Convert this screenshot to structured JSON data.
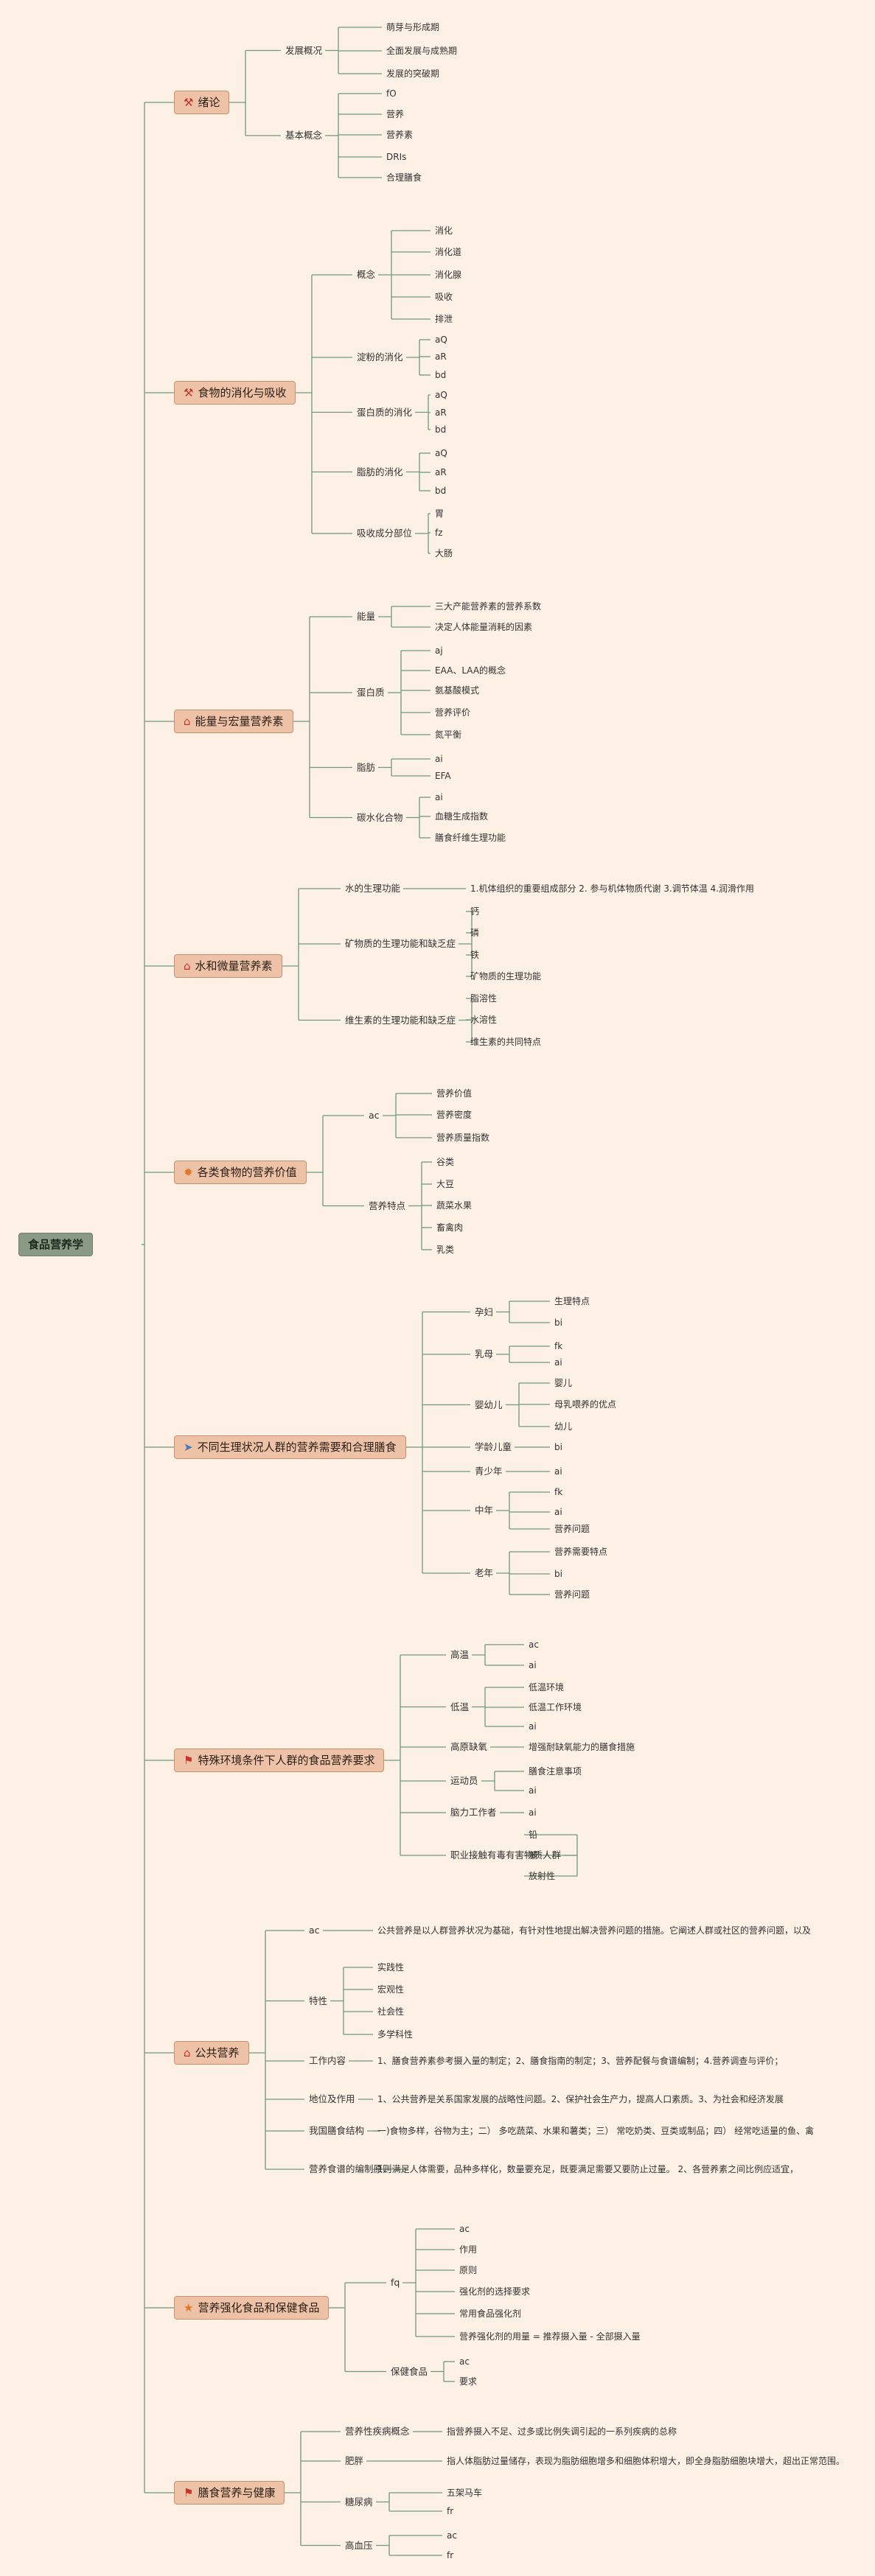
{
  "title": "食品营养学",
  "colors": {
    "background": "#fdf1e6",
    "line": "#6f9a7a",
    "topic_fill": "#edc2a7",
    "root_fill": "#8a9a85"
  },
  "root": {
    "label": "食品营养学",
    "children": [
      {
        "label": "绪论",
        "icon": "tools-icon",
        "children": [
          {
            "label": "发展概况",
            "children": [
              {
                "label": "萌芽与形成期"
              },
              {
                "label": "全面发展与成熟期"
              },
              {
                "label": "发展的突破期"
              }
            ]
          },
          {
            "label": "基本概念",
            "children": [
              {
                "label": "fO"
              },
              {
                "label": "营养"
              },
              {
                "label": "营养素"
              },
              {
                "label": "DRIs"
              },
              {
                "label": "合理膳食"
              }
            ]
          }
        ]
      },
      {
        "label": "食物的消化与吸收",
        "icon": "tools-icon",
        "children": [
          {
            "label": "概念",
            "children": [
              {
                "label": "消化"
              },
              {
                "label": "消化道"
              },
              {
                "label": "消化腺"
              },
              {
                "label": "吸收"
              },
              {
                "label": "排泄"
              }
            ]
          },
          {
            "label": "淀粉的消化",
            "children": [
              {
                "label": "aQ"
              },
              {
                "label": "aR"
              },
              {
                "label": "bd"
              }
            ]
          },
          {
            "label": "蛋白质的消化",
            "children": [
              {
                "label": "aQ"
              },
              {
                "label": "aR"
              },
              {
                "label": "bd"
              }
            ]
          },
          {
            "label": "脂肪的消化",
            "children": [
              {
                "label": "aQ"
              },
              {
                "label": "aR"
              },
              {
                "label": "bd"
              }
            ]
          },
          {
            "label": "吸收成分部位",
            "children": [
              {
                "label": "胃"
              },
              {
                "label": "fz"
              },
              {
                "label": "大肠"
              }
            ]
          }
        ]
      },
      {
        "label": "能量与宏量营养素",
        "icon": "home-icon",
        "children": [
          {
            "label": "能量",
            "children": [
              {
                "label": "三大产能营养素的营养系数"
              },
              {
                "label": "决定人体能量消耗的因素"
              }
            ]
          },
          {
            "label": "蛋白质",
            "children": [
              {
                "label": "aj"
              },
              {
                "label": "EAA、LAA的概念"
              },
              {
                "label": "氨基酸模式"
              },
              {
                "label": "营养评价"
              },
              {
                "label": "氮平衡"
              }
            ]
          },
          {
            "label": "脂肪",
            "children": [
              {
                "label": "ai"
              },
              {
                "label": "EFA"
              }
            ]
          },
          {
            "label": "碳水化合物",
            "children": [
              {
                "label": "ai"
              },
              {
                "label": "血糖生成指数"
              },
              {
                "label": "膳食纤维生理功能"
              }
            ]
          }
        ]
      },
      {
        "label": "水和微量营养素",
        "icon": "home-icon",
        "children": [
          {
            "label": "水的生理功能",
            "children": [
              {
                "label": "1.机体组织的重要组成部分 2. 参与机体物质代谢 3.调节体温 4.润滑作用"
              }
            ]
          },
          {
            "label": "矿物质的生理功能和缺乏症",
            "children": [
              {
                "label": "钙"
              },
              {
                "label": "磷"
              },
              {
                "label": "铁"
              },
              {
                "label": "矿物质的生理功能"
              }
            ]
          },
          {
            "label": "维生素的生理功能和缺乏症",
            "children": [
              {
                "label": "脂溶性"
              },
              {
                "label": "水溶性"
              },
              {
                "label": "维生素的共同特点"
              }
            ]
          }
        ]
      },
      {
        "label": "各类食物的营养价值",
        "icon": "flame-icon",
        "children": [
          {
            "label": "ac",
            "children": [
              {
                "label": "营养价值"
              },
              {
                "label": "营养密度"
              },
              {
                "label": "营养质量指数"
              }
            ]
          },
          {
            "label": "营养特点",
            "children": [
              {
                "label": "谷类"
              },
              {
                "label": "大豆"
              },
              {
                "label": "蔬菜水果"
              },
              {
                "label": "畜禽肉"
              },
              {
                "label": "乳类"
              }
            ]
          }
        ]
      },
      {
        "label": "不同生理状况人群的营养需要和合理膳食",
        "icon": "paper-plane-icon",
        "children": [
          {
            "label": "孕妇",
            "children": [
              {
                "label": "生理特点"
              },
              {
                "label": "bi"
              }
            ]
          },
          {
            "label": "乳母",
            "children": [
              {
                "label": "fk"
              },
              {
                "label": "ai"
              }
            ]
          },
          {
            "label": "婴幼儿",
            "children": [
              {
                "label": "婴儿"
              },
              {
                "label": "母乳喂养的优点"
              },
              {
                "label": "幼儿"
              }
            ]
          },
          {
            "label": "学龄儿童",
            "children": [
              {
                "label": "bi"
              }
            ]
          },
          {
            "label": "青少年",
            "children": [
              {
                "label": "ai"
              }
            ]
          },
          {
            "label": "中年",
            "children": [
              {
                "label": "fk"
              },
              {
                "label": "ai"
              },
              {
                "label": "营养问题"
              }
            ]
          },
          {
            "label": "老年",
            "children": [
              {
                "label": "营养需要特点"
              },
              {
                "label": "bi"
              },
              {
                "label": "营养问题"
              }
            ]
          }
        ]
      },
      {
        "label": "特殊环境条件下人群的食品营养要求",
        "icon": "flag-icon",
        "children": [
          {
            "label": "高温",
            "children": [
              {
                "label": "ac"
              },
              {
                "label": "ai"
              }
            ]
          },
          {
            "label": "低温",
            "children": [
              {
                "label": "低温环境"
              },
              {
                "label": "低温工作环境"
              },
              {
                "label": "ai"
              }
            ]
          },
          {
            "label": "高原缺氧",
            "children": [
              {
                "label": "增强耐缺氧能力的膳食措施"
              }
            ]
          },
          {
            "label": "运动员",
            "children": [
              {
                "label": "膳食注意事项"
              },
              {
                "label": "ai"
              }
            ]
          },
          {
            "label": "脑力工作者",
            "children": [
              {
                "label": "ai"
              }
            ]
          },
          {
            "label": "职业接触有毒有害物质人群",
            "children": [
              {
                "label": "铅"
              },
              {
                "label": "苯"
              },
              {
                "label": "放射性"
              }
            ]
          }
        ]
      },
      {
        "label": "公共营养",
        "icon": "home-icon",
        "children": [
          {
            "label": "ac",
            "children": [
              {
                "label": "公共营养是以人群营养状况为基础，有针对性地提出解决营养问题的措施。它阐述人群或社区的营养问题，以及"
              }
            ]
          },
          {
            "label": "特性",
            "children": [
              {
                "label": "实践性"
              },
              {
                "label": "宏观性"
              },
              {
                "label": "社会性"
              },
              {
                "label": "多学科性"
              }
            ]
          },
          {
            "label": "工作内容",
            "children": [
              {
                "label": "1、膳食营养素参考摄入量的制定；2、膳食指南的制定；3、营养配餐与食谱编制；4.营养调查与评价；"
              }
            ]
          },
          {
            "label": "地位及作用",
            "children": [
              {
                "label": "1、公共营养是关系国家发展的战略性问题。2、保护社会生产力，提高人口素质。3、为社会和经济发展"
              }
            ]
          },
          {
            "label": "我国膳食结构",
            "children": [
              {
                "label": "一)食物多样，谷物为主；二） 多吃蔬菜、水果和薯类；三） 常吃奶类、豆类或制品；四） 经常吃适量的鱼、禽"
              }
            ]
          },
          {
            "label": "营养食谱的编制原则",
            "children": [
              {
                "label": "1、满足人体需要，品种多样化，数量要充足，既要满足需要又要防止过量。 2、各营养素之间比例应适宜，"
              }
            ]
          }
        ]
      },
      {
        "label": "营养强化食品和保健食品",
        "icon": "star-icon",
        "children": [
          {
            "label": "fq",
            "children": [
              {
                "label": "ac"
              },
              {
                "label": "作用"
              },
              {
                "label": "原则"
              },
              {
                "label": "强化剂的选择要求"
              },
              {
                "label": "常用食品强化剂"
              },
              {
                "label": "营养强化剂的用量 = 推荐摄入量 - 全部摄入量"
              }
            ]
          },
          {
            "label": "保健食品",
            "children": [
              {
                "label": "ac"
              },
              {
                "label": "要求"
              }
            ]
          }
        ]
      },
      {
        "label": "膳食营养与健康",
        "icon": "flag-icon",
        "children": [
          {
            "label": "营养性疾病概念",
            "children": [
              {
                "label": "指营养摄入不足、过多或比例失调引起的一系列疾病的总称"
              }
            ]
          },
          {
            "label": "肥胖",
            "children": [
              {
                "label": "指人体脂肪过量储存，表现为脂肪细胞增多和细胞体积增大，即全身脂肪细胞块增大，超出正常范围。"
              }
            ]
          },
          {
            "label": "糖尿病",
            "children": [
              {
                "label": "五架马车"
              },
              {
                "label": "fr"
              }
            ]
          },
          {
            "label": "高血压",
            "children": [
              {
                "label": "ac"
              },
              {
                "label": "fr"
              }
            ]
          }
        ]
      }
    ]
  }
}
